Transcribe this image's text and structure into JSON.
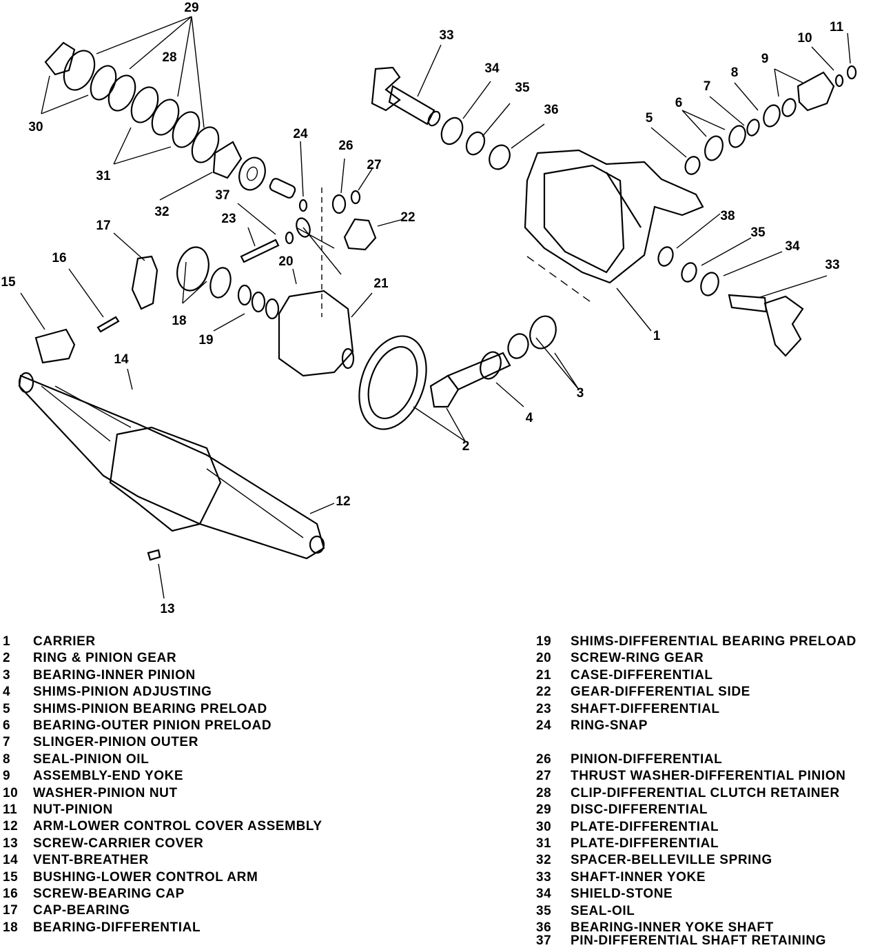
{
  "callouts": [
    "29",
    "28",
    "30",
    "31",
    "32",
    "33",
    "34",
    "35",
    "36",
    "10",
    "11",
    "9",
    "8",
    "7",
    "6",
    "5",
    "24",
    "26",
    "27",
    "22",
    "37",
    "23",
    "17",
    "16",
    "15",
    "20",
    "21",
    "18",
    "19",
    "14",
    "2",
    "4",
    "3",
    "1",
    "38",
    "35",
    "34",
    "33",
    "12",
    "13"
  ],
  "legend_left": [
    {
      "num": "1",
      "text": "CARRIER"
    },
    {
      "num": "2",
      "text": "RING & PINION GEAR"
    },
    {
      "num": "3",
      "text": "BEARING-INNER PINION"
    },
    {
      "num": "4",
      "text": "SHIMS-PINION ADJUSTING"
    },
    {
      "num": "5",
      "text": "SHIMS-PINION BEARING PRELOAD"
    },
    {
      "num": "6",
      "text": "BEARING-OUTER PINION PRELOAD"
    },
    {
      "num": "7",
      "text": "SLINGER-PINION OUTER"
    },
    {
      "num": "8",
      "text": "SEAL-PINION OIL"
    },
    {
      "num": "9",
      "text": "ASSEMBLY-END YOKE"
    },
    {
      "num": "10",
      "text": "WASHER-PINION NUT"
    },
    {
      "num": "11",
      "text": "NUT-PINION"
    },
    {
      "num": "12",
      "text": "ARM-LOWER CONTROL COVER ASSEMBLY"
    },
    {
      "num": "13",
      "text": "SCREW-CARRIER COVER"
    },
    {
      "num": "14",
      "text": "VENT-BREATHER"
    },
    {
      "num": "15",
      "text": "BUSHING-LOWER CONTROL ARM"
    },
    {
      "num": "16",
      "text": "SCREW-BEARING CAP"
    },
    {
      "num": "17",
      "text": "CAP-BEARING"
    },
    {
      "num": "18",
      "text": "BEARING-DIFFERENTIAL"
    }
  ],
  "legend_right": [
    {
      "num": "19",
      "text": "SHIMS-DIFFERENTIAL BEARING PRELOAD"
    },
    {
      "num": "20",
      "text": "SCREW-RING GEAR"
    },
    {
      "num": "21",
      "text": "CASE-DIFFERENTIAL"
    },
    {
      "num": "22",
      "text": "GEAR-DIFFERENTIAL SIDE"
    },
    {
      "num": "23",
      "text": "SHAFT-DIFFERENTIAL"
    },
    {
      "num": "24",
      "text": "RING-SNAP"
    },
    {
      "num": "26",
      "text": "PINION-DIFFERENTIAL"
    },
    {
      "num": "27",
      "text": "THRUST WASHER-DIFFERENTIAL PINION"
    },
    {
      "num": "28",
      "text": "CLIP-DIFFERENTIAL CLUTCH RETAINER"
    },
    {
      "num": "29",
      "text": "DISC-DIFFERENTIAL"
    },
    {
      "num": "30",
      "text": "PLATE-DIFFERENTIAL"
    },
    {
      "num": "31",
      "text": "PLATE-DIFFERENTIAL"
    },
    {
      "num": "32",
      "text": "SPACER-BELLEVILLE SPRING"
    },
    {
      "num": "33",
      "text": "SHAFT-INNER YOKE"
    },
    {
      "num": "34",
      "text": "SHIELD-STONE"
    },
    {
      "num": "35",
      "text": "SEAL-OIL"
    },
    {
      "num": "36",
      "text": "BEARING-INNER YOKE SHAFT"
    },
    {
      "num": "37",
      "text": "PIN-DIFFERENTIAL SHAFT RETAINING"
    }
  ]
}
